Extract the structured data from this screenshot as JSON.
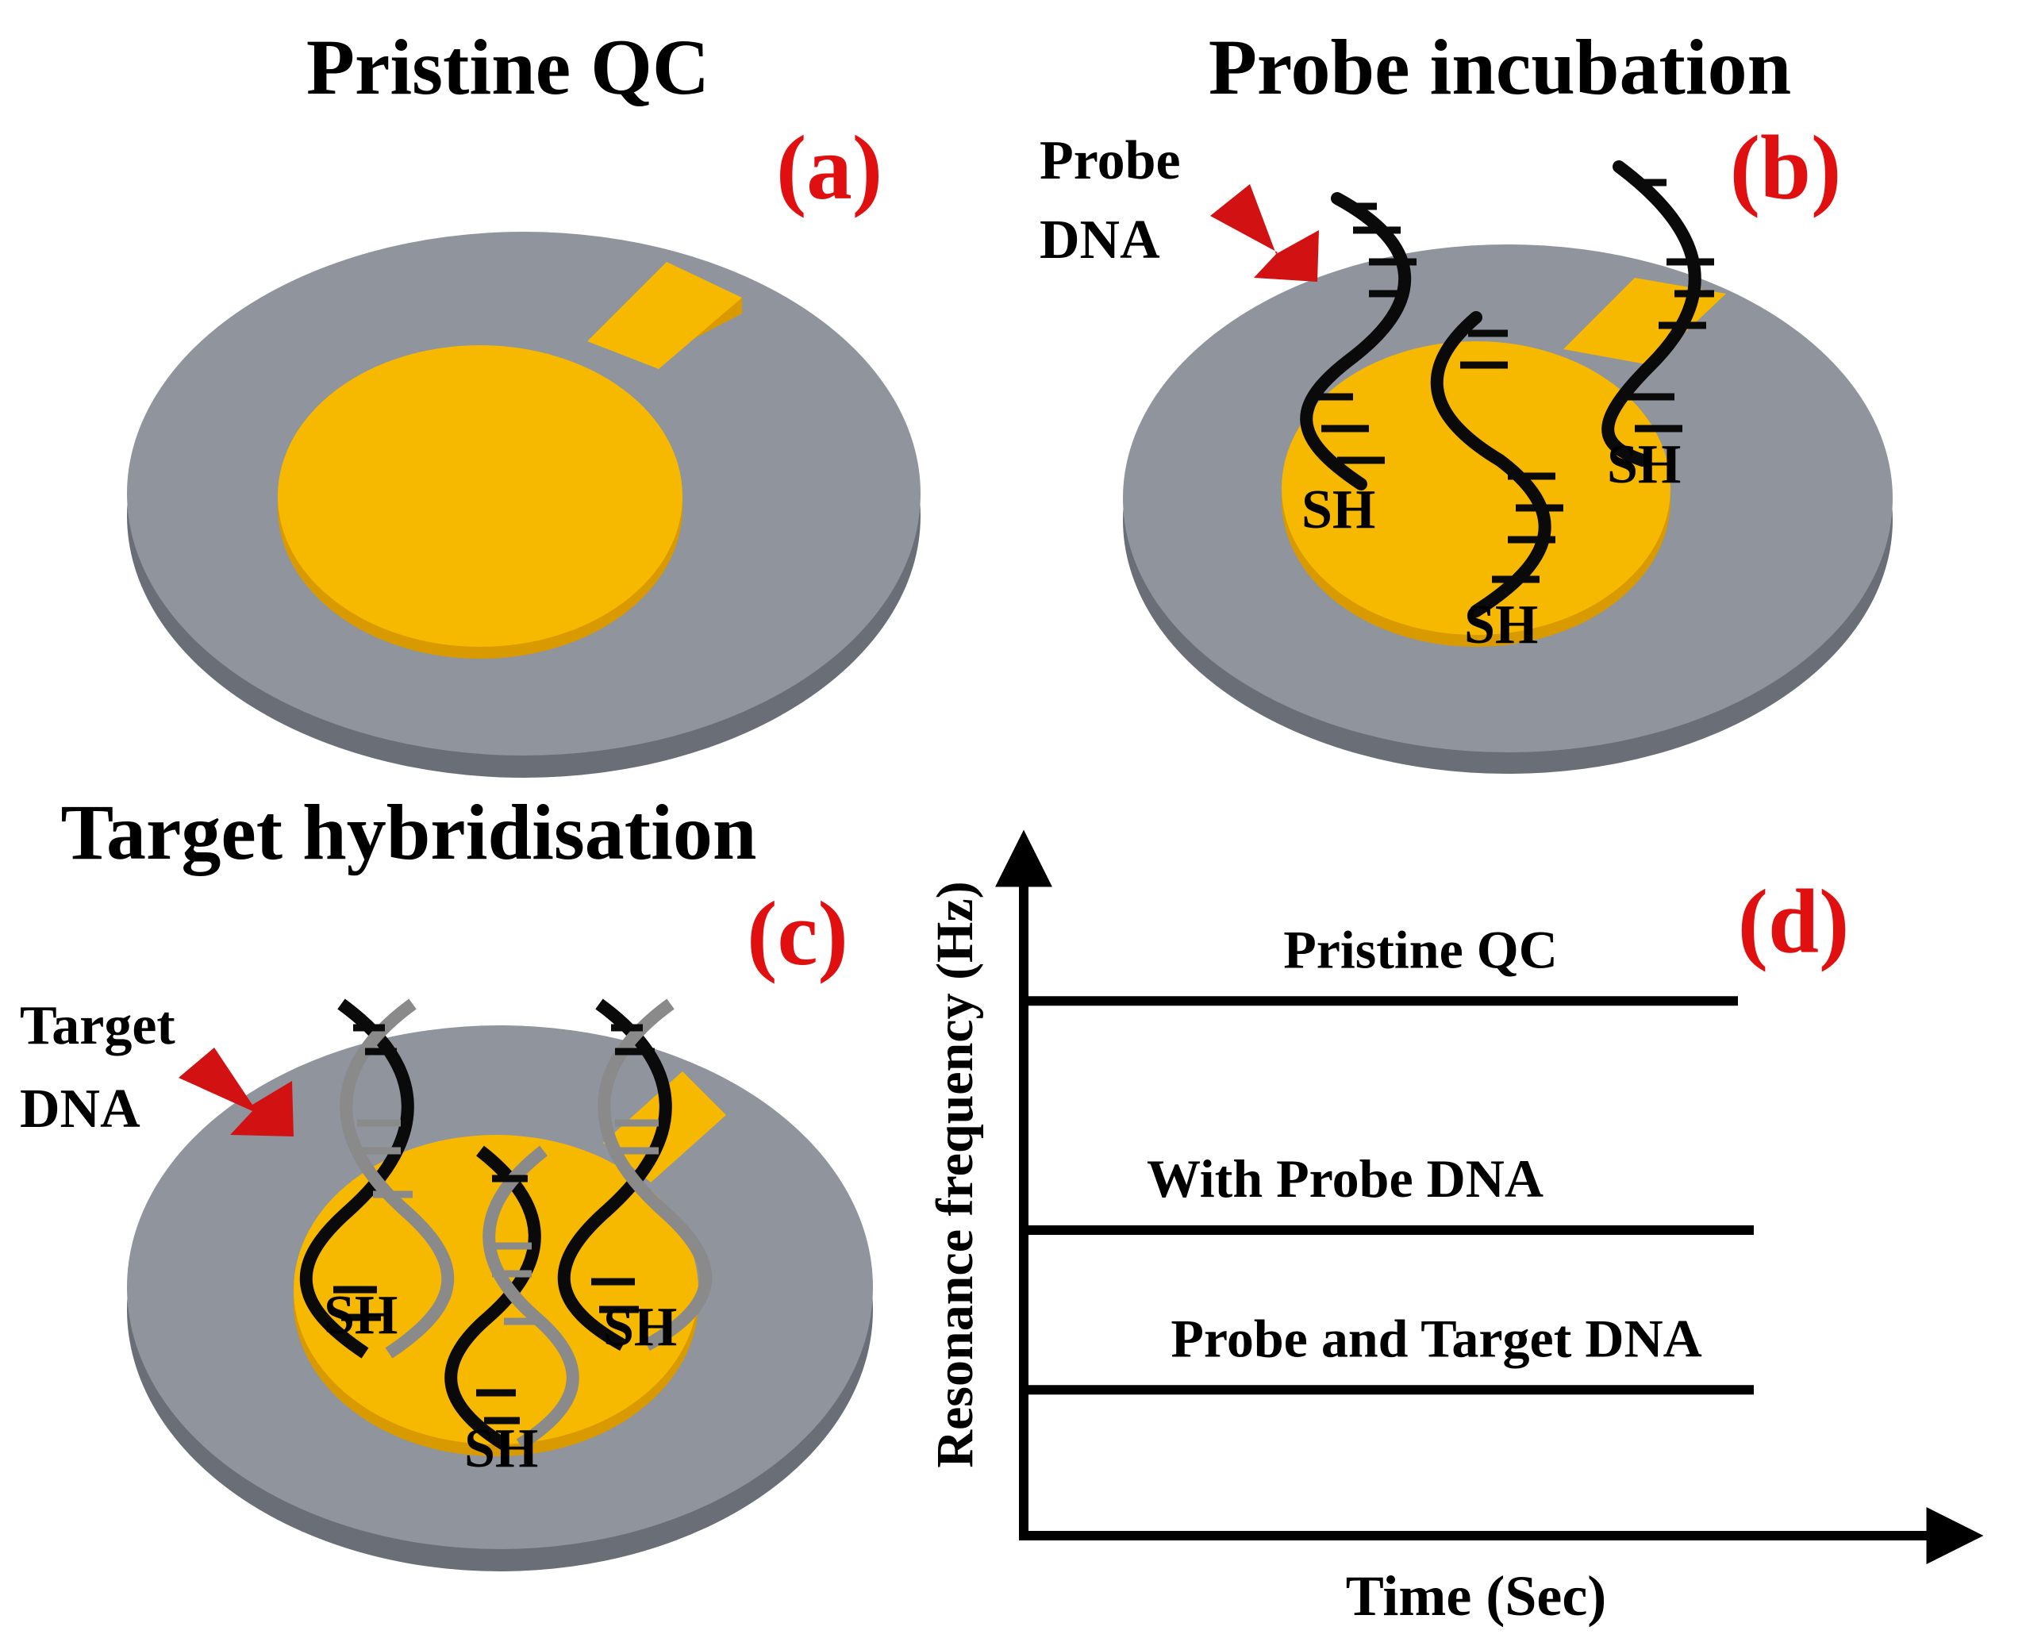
{
  "colors": {
    "background": "#ffffff",
    "disc_top": "#8f949d",
    "disc_side": "#6a6e76",
    "electrode_top": "#f7b800",
    "electrode_side": "#d99a00",
    "probe_dna": "#0a0a0a",
    "target_dna": "#8a8a8a",
    "panel_letter": "#e01010",
    "pointer_arrow": "#d21212",
    "axes": "#000000"
  },
  "panel_a": {
    "title": "Pristine QC",
    "letter": "(a)"
  },
  "panel_b": {
    "title": "Probe incubation",
    "letter": "(b)",
    "pointer_label_line1": "Probe",
    "pointer_label_line2": "DNA",
    "thiol_labels": [
      "SH",
      "SH",
      "SH"
    ]
  },
  "panel_c": {
    "title": "Target hybridisation",
    "letter": "(c)",
    "pointer_label_line1": "Target",
    "pointer_label_line2": "DNA",
    "thiol_labels": [
      "SH",
      "SH",
      "SH"
    ]
  },
  "panel_d": {
    "letter": "(d)",
    "chart_data": {
      "type": "line",
      "xlabel": "Time (Sec)",
      "ylabel": "Resonance frequency (Hz)",
      "ticks": "none",
      "grid": false,
      "series": [
        {
          "name": "Pristine QC",
          "relative_level": 0.77
        },
        {
          "name": "With Probe DNA",
          "relative_level": 0.44
        },
        {
          "name": "Probe and Target DNA",
          "relative_level": 0.21
        }
      ]
    }
  }
}
